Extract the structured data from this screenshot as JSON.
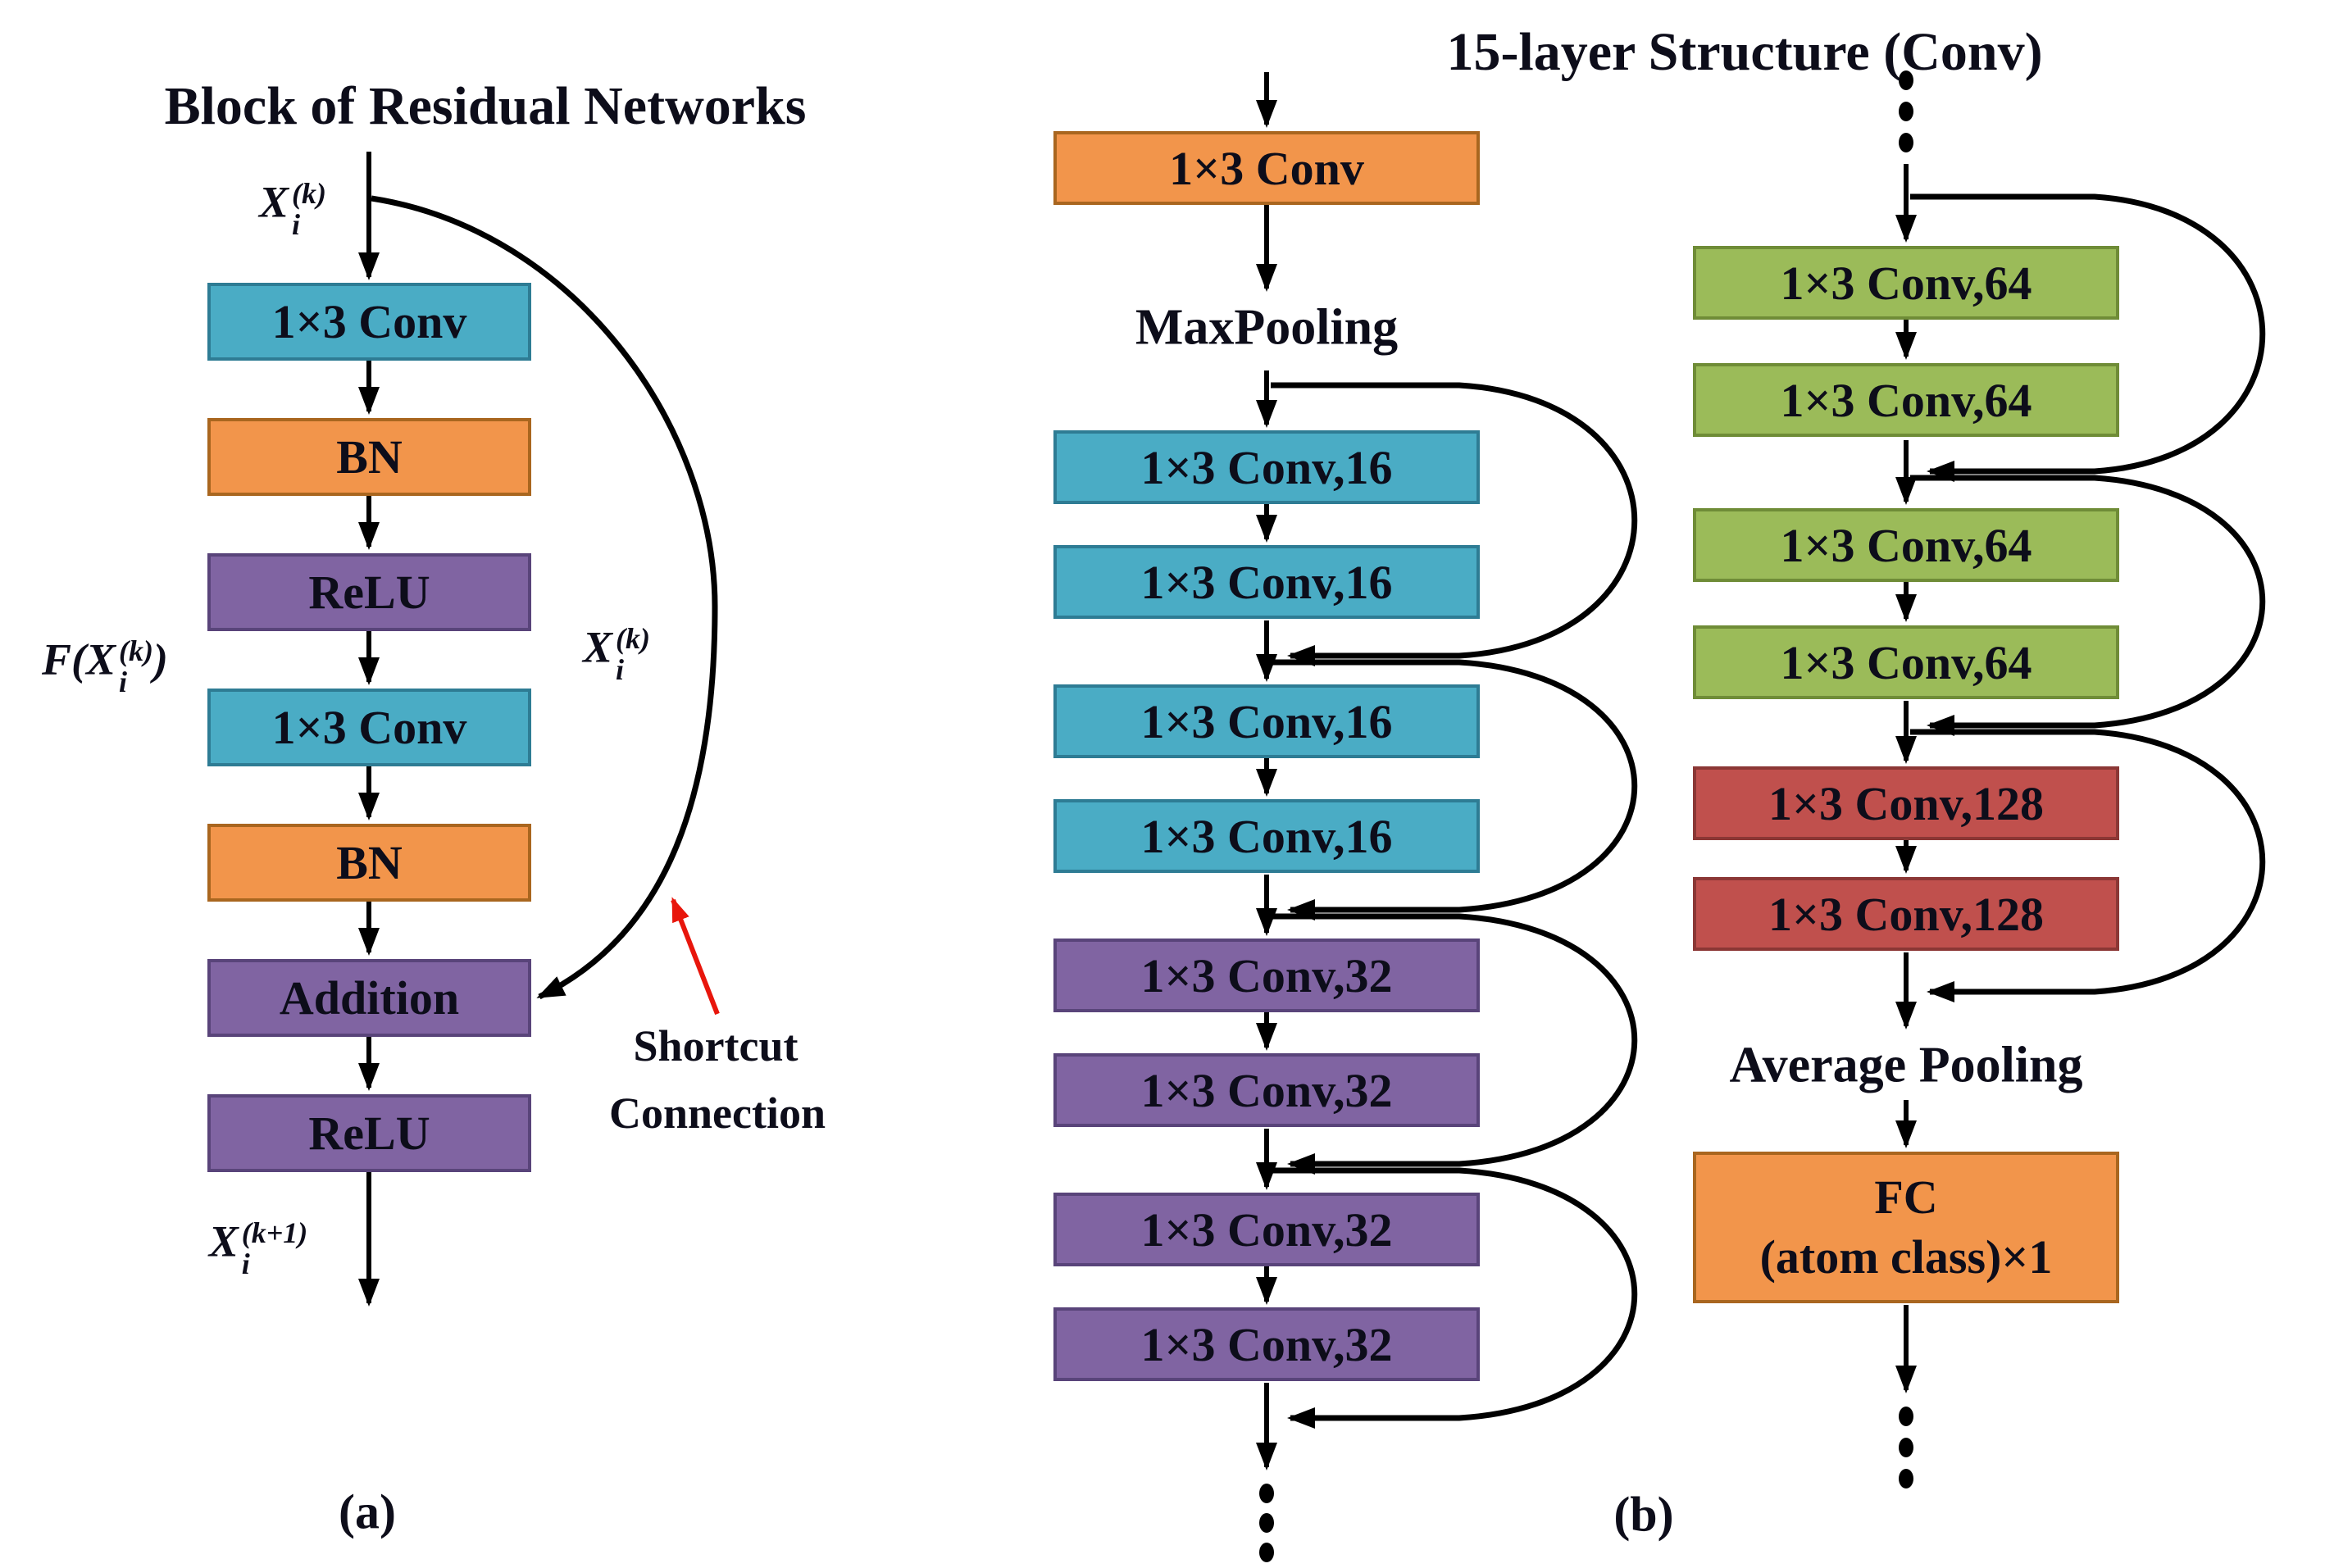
{
  "figure": {
    "panel_a": {
      "title": "Block of Residual Networks",
      "panel_label": "(a)",
      "input_label": {
        "base": "X",
        "sup": "(k)",
        "sub": "i"
      },
      "function_label": {
        "prefix": "F(",
        "base": "X",
        "sup": "(k)",
        "sub": "i",
        "suffix": ")"
      },
      "identity_label": {
        "base": "X",
        "sup": "(k)",
        "sub": "i"
      },
      "output_label": {
        "base": "X",
        "sup": "(k+1)",
        "sub": "i"
      },
      "shortcut_caption": {
        "line1": "Shortcut",
        "line2": "Connection"
      },
      "boxes": [
        {
          "label": "1×3 Conv",
          "color": "teal"
        },
        {
          "label": "BN",
          "color": "orange"
        },
        {
          "label": "ReLU",
          "color": "purple"
        },
        {
          "label": "1×3 Conv",
          "color": "teal"
        },
        {
          "label": "BN",
          "color": "orange"
        },
        {
          "label": "Addition",
          "color": "purple"
        },
        {
          "label": "ReLU",
          "color": "purple"
        }
      ]
    },
    "panel_b": {
      "title": "15-layer Structure (Conv)",
      "panel_label": "(b)",
      "maxpooling_label": "MaxPooling",
      "avgpooling_label": "Average Pooling",
      "stem_box": {
        "label": "1×3 Conv",
        "color": "orange"
      },
      "conv_stack": [
        {
          "label": "1×3 Conv,16",
          "color": "teal"
        },
        {
          "label": "1×3 Conv,16",
          "color": "teal"
        },
        {
          "label": "1×3 Conv,16",
          "color": "teal"
        },
        {
          "label": "1×3 Conv,16",
          "color": "teal"
        },
        {
          "label": "1×3 Conv,32",
          "color": "purple"
        },
        {
          "label": "1×3 Conv,32",
          "color": "purple"
        },
        {
          "label": "1×3 Conv,32",
          "color": "purple"
        },
        {
          "label": "1×3 Conv,32",
          "color": "purple"
        }
      ],
      "right_stack": [
        {
          "label": "1×3 Conv,64",
          "color": "green"
        },
        {
          "label": "1×3 Conv,64",
          "color": "green"
        },
        {
          "label": "1×3 Conv,64",
          "color": "green"
        },
        {
          "label": "1×3 Conv,64",
          "color": "green"
        },
        {
          "label": "1×3 Conv,128",
          "color": "red"
        },
        {
          "label": "1×3 Conv,128",
          "color": "red"
        }
      ],
      "fc_box": {
        "line1": "FC",
        "line2": "(atom class)×1",
        "color": "orange"
      }
    },
    "palette": {
      "teal": {
        "fill": "#4AACC5",
        "border": "#2E7C94"
      },
      "orange": {
        "fill": "#F2954B",
        "border": "#A9661F"
      },
      "purple": {
        "fill": "#8064A2",
        "border": "#59447A"
      },
      "green": {
        "fill": "#9BBB59",
        "border": "#6F8C37"
      },
      "red": {
        "fill": "#C0504D",
        "border": "#8B3735"
      },
      "flow_arrow": "#000000",
      "annotation_arrow": "#E8160C",
      "text": "#0D0D1A",
      "background": "#FFFFFF"
    }
  }
}
